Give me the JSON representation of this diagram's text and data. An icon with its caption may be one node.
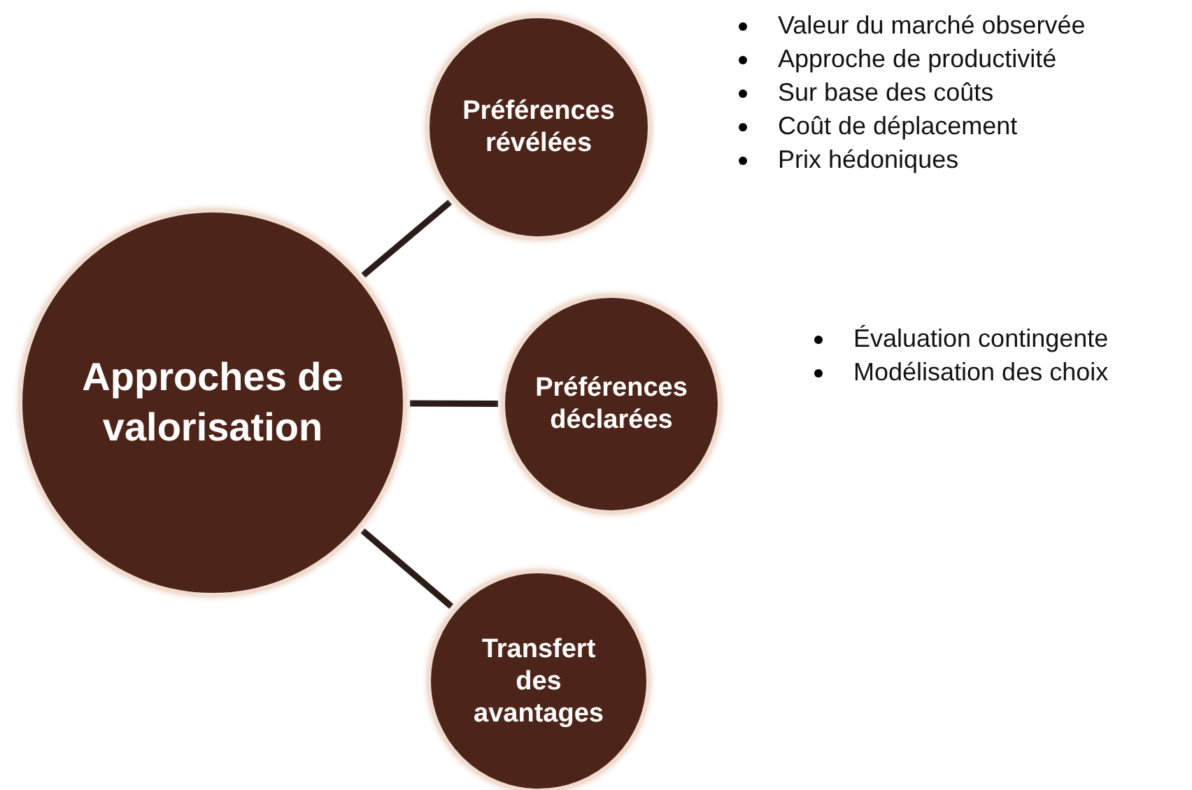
{
  "diagram": {
    "nodes": [
      {
        "text": [
          "Approches de valorisation"
        ]
      },
      {
        "text": [
          "Préférences révélées"
        ]
      },
      {
        "text": [
          "Préférences déclarées"
        ]
      },
      {
        "text": [
          "Transfert des avantages"
        ]
      }
    ],
    "edges": [
      {
        "from": 0,
        "to": 1,
        "arrow": "none"
      },
      {
        "from": 0,
        "to": 2,
        "arrow": "none"
      },
      {
        "from": 0,
        "to": 3,
        "arrow": "none"
      }
    ],
    "labels": [
      "Valeur du marché observée",
      "Approche de productivité",
      "Sur base des coûts",
      "Coût de déplacement",
      "Prix hédoniques",
      "Évaluation contingente",
      "Modélisation des choix"
    ]
  }
}
